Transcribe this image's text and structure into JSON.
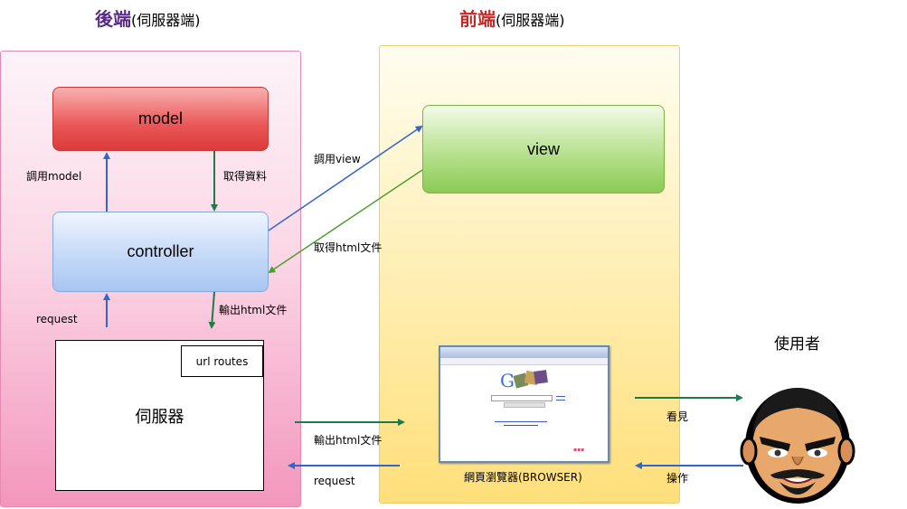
{
  "backend": {
    "title_main": "後端",
    "title_sub": "(伺服器端)",
    "title_color": "#5b2a86"
  },
  "frontend": {
    "title_main": "前端",
    "title_sub": "(伺服器端)",
    "title_color": "#c62828"
  },
  "boxes": {
    "model": "model",
    "controller": "controller",
    "view": "view",
    "server": "伺服器",
    "url_routes": "url routes"
  },
  "labels": {
    "call_model": "調用model",
    "get_data": "取得資料",
    "request_backend": "request",
    "output_html_backend": "輸出html文件",
    "call_view": "調用view",
    "get_html": "取得html文件",
    "output_html_server": "輸出html文件",
    "request_server": "request",
    "browser_caption": "網頁瀏覽器(BROWSER)",
    "see": "看見",
    "operate": "操作",
    "user": "使用者"
  },
  "colors": {
    "blue_arrow": "#3366cc",
    "green_arrow": "#1f7a4a",
    "lime_arrow": "#4aa02c"
  },
  "icons": {
    "browser": "browser-window-icon",
    "user": "user-avatar-icon"
  }
}
